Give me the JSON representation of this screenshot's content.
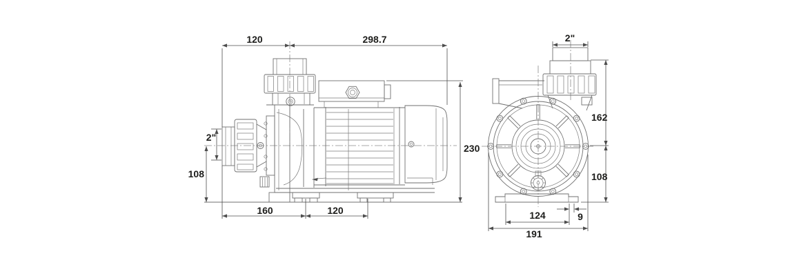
{
  "drawing": {
    "type": "pump-technical-drawing-two-views",
    "side_view": {
      "dims": {
        "inlet_to_outlet": "120",
        "outlet_to_motor_end": "298.7",
        "inlet_size": "2\"",
        "inlet_center_height": "108",
        "overall_height": "230",
        "inlet_to_front_foot": "160",
        "foot_spacing": "120"
      }
    },
    "front_view": {
      "dims": {
        "outlet_size": "2\"",
        "outlet_top_to_center": "162",
        "center_to_base": "108",
        "foot_hole_span": "124",
        "foot_hole_offset": "9",
        "overall_width": "191"
      }
    },
    "colors": {
      "background": "#ffffff",
      "drawing_line": "#6f6f6f",
      "dimension_line": "#4d4d4d",
      "text": "#1d1d1b"
    }
  }
}
